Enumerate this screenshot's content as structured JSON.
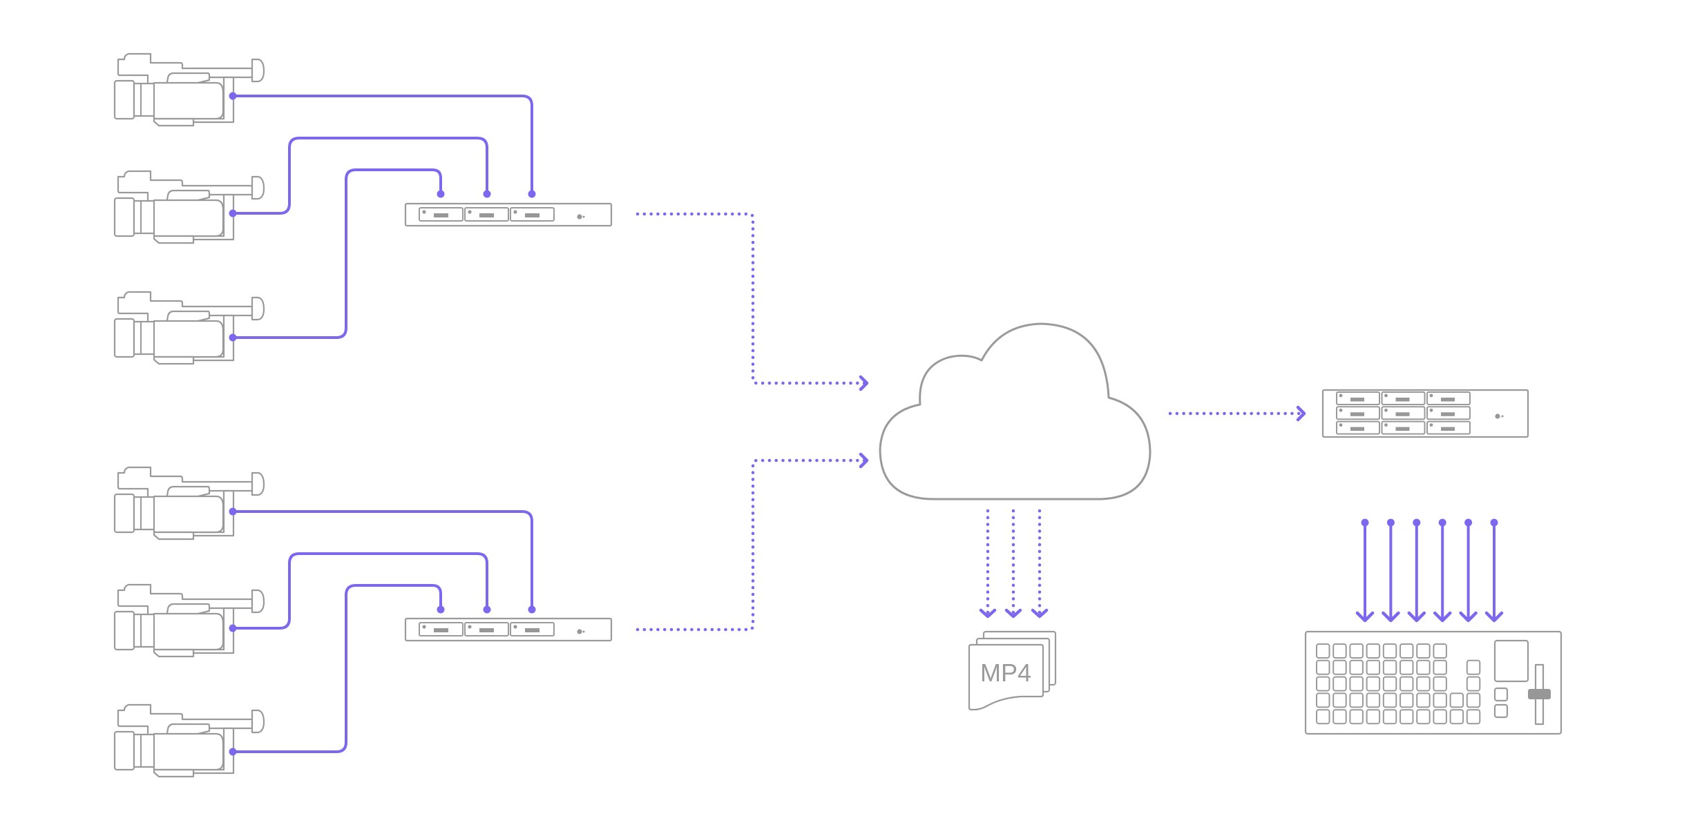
{
  "diagram": {
    "title": "",
    "accent_color": "#7b68ee",
    "outline_color": "#9a9a9a",
    "groups": [
      {
        "id": "group-top",
        "cameras": 3,
        "encoder_inputs": 3
      },
      {
        "id": "group-bottom",
        "cameras": 3,
        "encoder_inputs": 3
      }
    ],
    "nodes": [
      {
        "id": "camera",
        "icon": "video-camera-icon",
        "count": 6
      },
      {
        "id": "encoder",
        "icon": "rack-encoder-icon",
        "count": 2
      },
      {
        "id": "cloud",
        "icon": "cloud-icon",
        "count": 1
      },
      {
        "id": "decoder",
        "icon": "rack-decoder-icon",
        "count": 1,
        "modules": 9
      },
      {
        "id": "recording",
        "icon": "file-stack-icon",
        "label": "MP4",
        "outputs": 3
      },
      {
        "id": "switcher",
        "icon": "video-switcher-icon",
        "count": 1,
        "inputs": 6
      }
    ],
    "edges": [
      {
        "from": "cameras-top",
        "to": "encoder-top",
        "style": "solid"
      },
      {
        "from": "cameras-bottom",
        "to": "encoder-bottom",
        "style": "solid"
      },
      {
        "from": "encoder-top",
        "to": "cloud",
        "style": "dotted"
      },
      {
        "from": "encoder-bottom",
        "to": "cloud",
        "style": "dotted"
      },
      {
        "from": "cloud",
        "to": "decoder",
        "style": "dotted"
      },
      {
        "from": "cloud",
        "to": "recording",
        "style": "dotted",
        "count": 3
      },
      {
        "from": "decoder",
        "to": "switcher",
        "style": "solid",
        "count": 6
      }
    ],
    "mp4_label": "MP4"
  }
}
